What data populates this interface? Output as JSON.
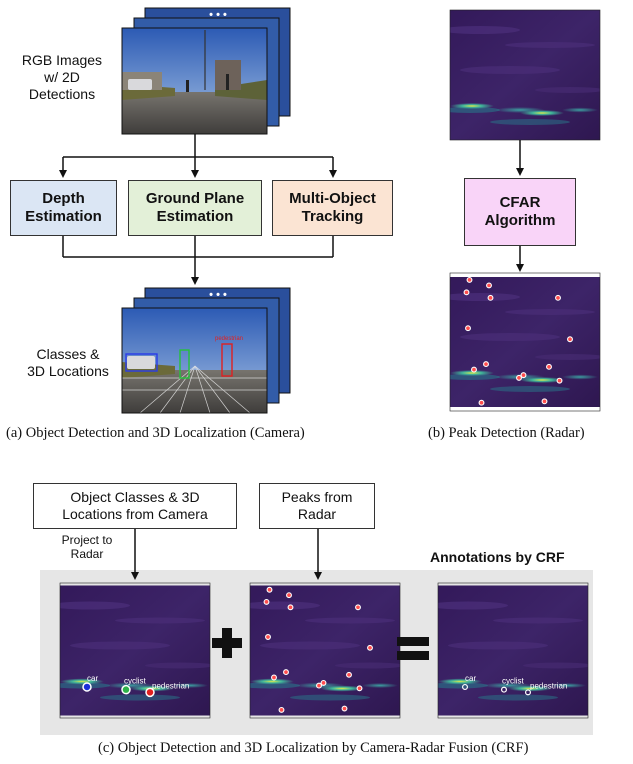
{
  "camera_panel": {
    "input_label": "RGB Images\nw/ 2D\nDetections",
    "stack_dots": "• • •",
    "steps": [
      {
        "label": "Depth\nEstimation",
        "color": "#dbe6f4"
      },
      {
        "label": "Ground Plane\nEstimation",
        "color": "#e3f0d8"
      },
      {
        "label": "Multi-Object\nTracking",
        "color": "#fbe4d3"
      }
    ],
    "output_label": "Classes &\n3D Locations",
    "detection_tag": "pedestrian",
    "caption": "(a) Object Detection and 3D Localization (Camera)"
  },
  "radar_panel": {
    "step": {
      "label": "CFAR\nAlgorithm",
      "color": "#f9d4f8"
    },
    "caption": "(b) Peak Detection (Radar)"
  },
  "fusion_panel": {
    "camera_box": "Object Classes & 3D\nLocations from Camera",
    "radar_box": "Peaks from\nRadar",
    "project_label": "Project to\nRadar",
    "annotations_title": "Annotations by CRF",
    "plus_symbol": "+",
    "equals_symbol": "=",
    "object_labels": [
      {
        "text": "car",
        "color": "#1a2ed8"
      },
      {
        "text": "cyclist",
        "color": "#2fb34a"
      },
      {
        "text": "pedestrian",
        "color": "#e02020"
      }
    ],
    "caption": "(c) Object Detection and 3D Localization by Camera-Radar Fusion (CRF)"
  },
  "colors": {
    "radar_background": "#3a1d5c",
    "radar_streak": "#3ab0a0",
    "radar_hot": "#d8e04a",
    "peak_marker": "#ff4d4d",
    "fusion_band": "#e6e6e6",
    "camera_sky": "#4a78c8",
    "camera_ground": "#5c5a58",
    "camera_grass": "#6b6a3a"
  }
}
